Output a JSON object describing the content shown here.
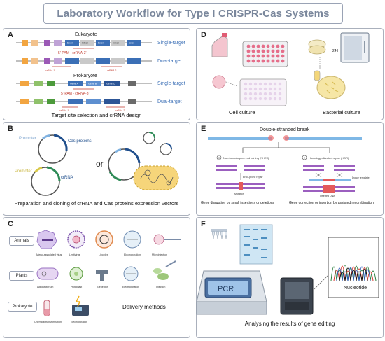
{
  "title": "Laboratory Workflow for Type I CRISPR-Cas Systems",
  "colors": {
    "title": "#7a879c",
    "border": "#aab0bc",
    "blue_text": "#3b6fb6",
    "red_text": "#c0392b"
  },
  "panel_a": {
    "label": "A",
    "eukaryote": "Eukaryote",
    "prokaryote": "Prokaryote",
    "single_target": "Single-target",
    "dual_target": "Dual-target",
    "pam_text": "5'-PAM - crRNA-3'",
    "crrna1": "crRNA 1",
    "crrna2": "crRNA 2",
    "intron": "Intron",
    "exon": "Exon",
    "gene_a": "Gene A",
    "gene_b": "Gene B",
    "gene_c": "Gene C",
    "caption": "Target site selection and crRNA design"
  },
  "panel_b": {
    "label": "B",
    "promoter1": "Promoter",
    "cas_proteins": "Cas proteins",
    "promoter2": "Promoter",
    "crrna": "crRNA",
    "or": "or",
    "caption": "Preparation and cloning of crRNA and Cas proteins expression vectors"
  },
  "panel_c": {
    "label": "C",
    "animals": "Animals",
    "plants": "Plants",
    "prokaryote": "Prokaryote",
    "methods_animals": [
      "Adeno-associated virus",
      "Lentivirus",
      "Lipoplex",
      "Electroporation",
      "Microinjection"
    ],
    "methods_plants": [
      "Agrobacterium",
      "Protoplast",
      "Gene gun",
      "Electroporation",
      "Injection"
    ],
    "methods_prok": [
      "Chemical transformation",
      "Electroporation"
    ],
    "caption": "Delivery methods"
  },
  "panel_d": {
    "label": "D",
    "time_label": "24 h",
    "cell_culture": "Cell culture",
    "bacterial_culture": "Bacterial  culture"
  },
  "panel_e": {
    "label": "E",
    "dsb": "Double-stranded break",
    "nhej_num": "a",
    "nhej": "Non-homologous end joining (NHEJ)",
    "hdr_num": "b",
    "hdr": "Homology-directed repair (HDR)",
    "error_prone": "Error-prone repair",
    "donor": "Donor template",
    "mutation": "Mutation",
    "inserted": "Inserted DNA",
    "cap_nhej": "Gene disruption by small insertions or deletions",
    "cap_hdr": "Gene correction or insertion by assisted recombination"
  },
  "panel_f": {
    "label": "F",
    "pcr": "PCR",
    "nucleotide": "Nucleotide",
    "caption": "Analysing the results of gene editing"
  }
}
